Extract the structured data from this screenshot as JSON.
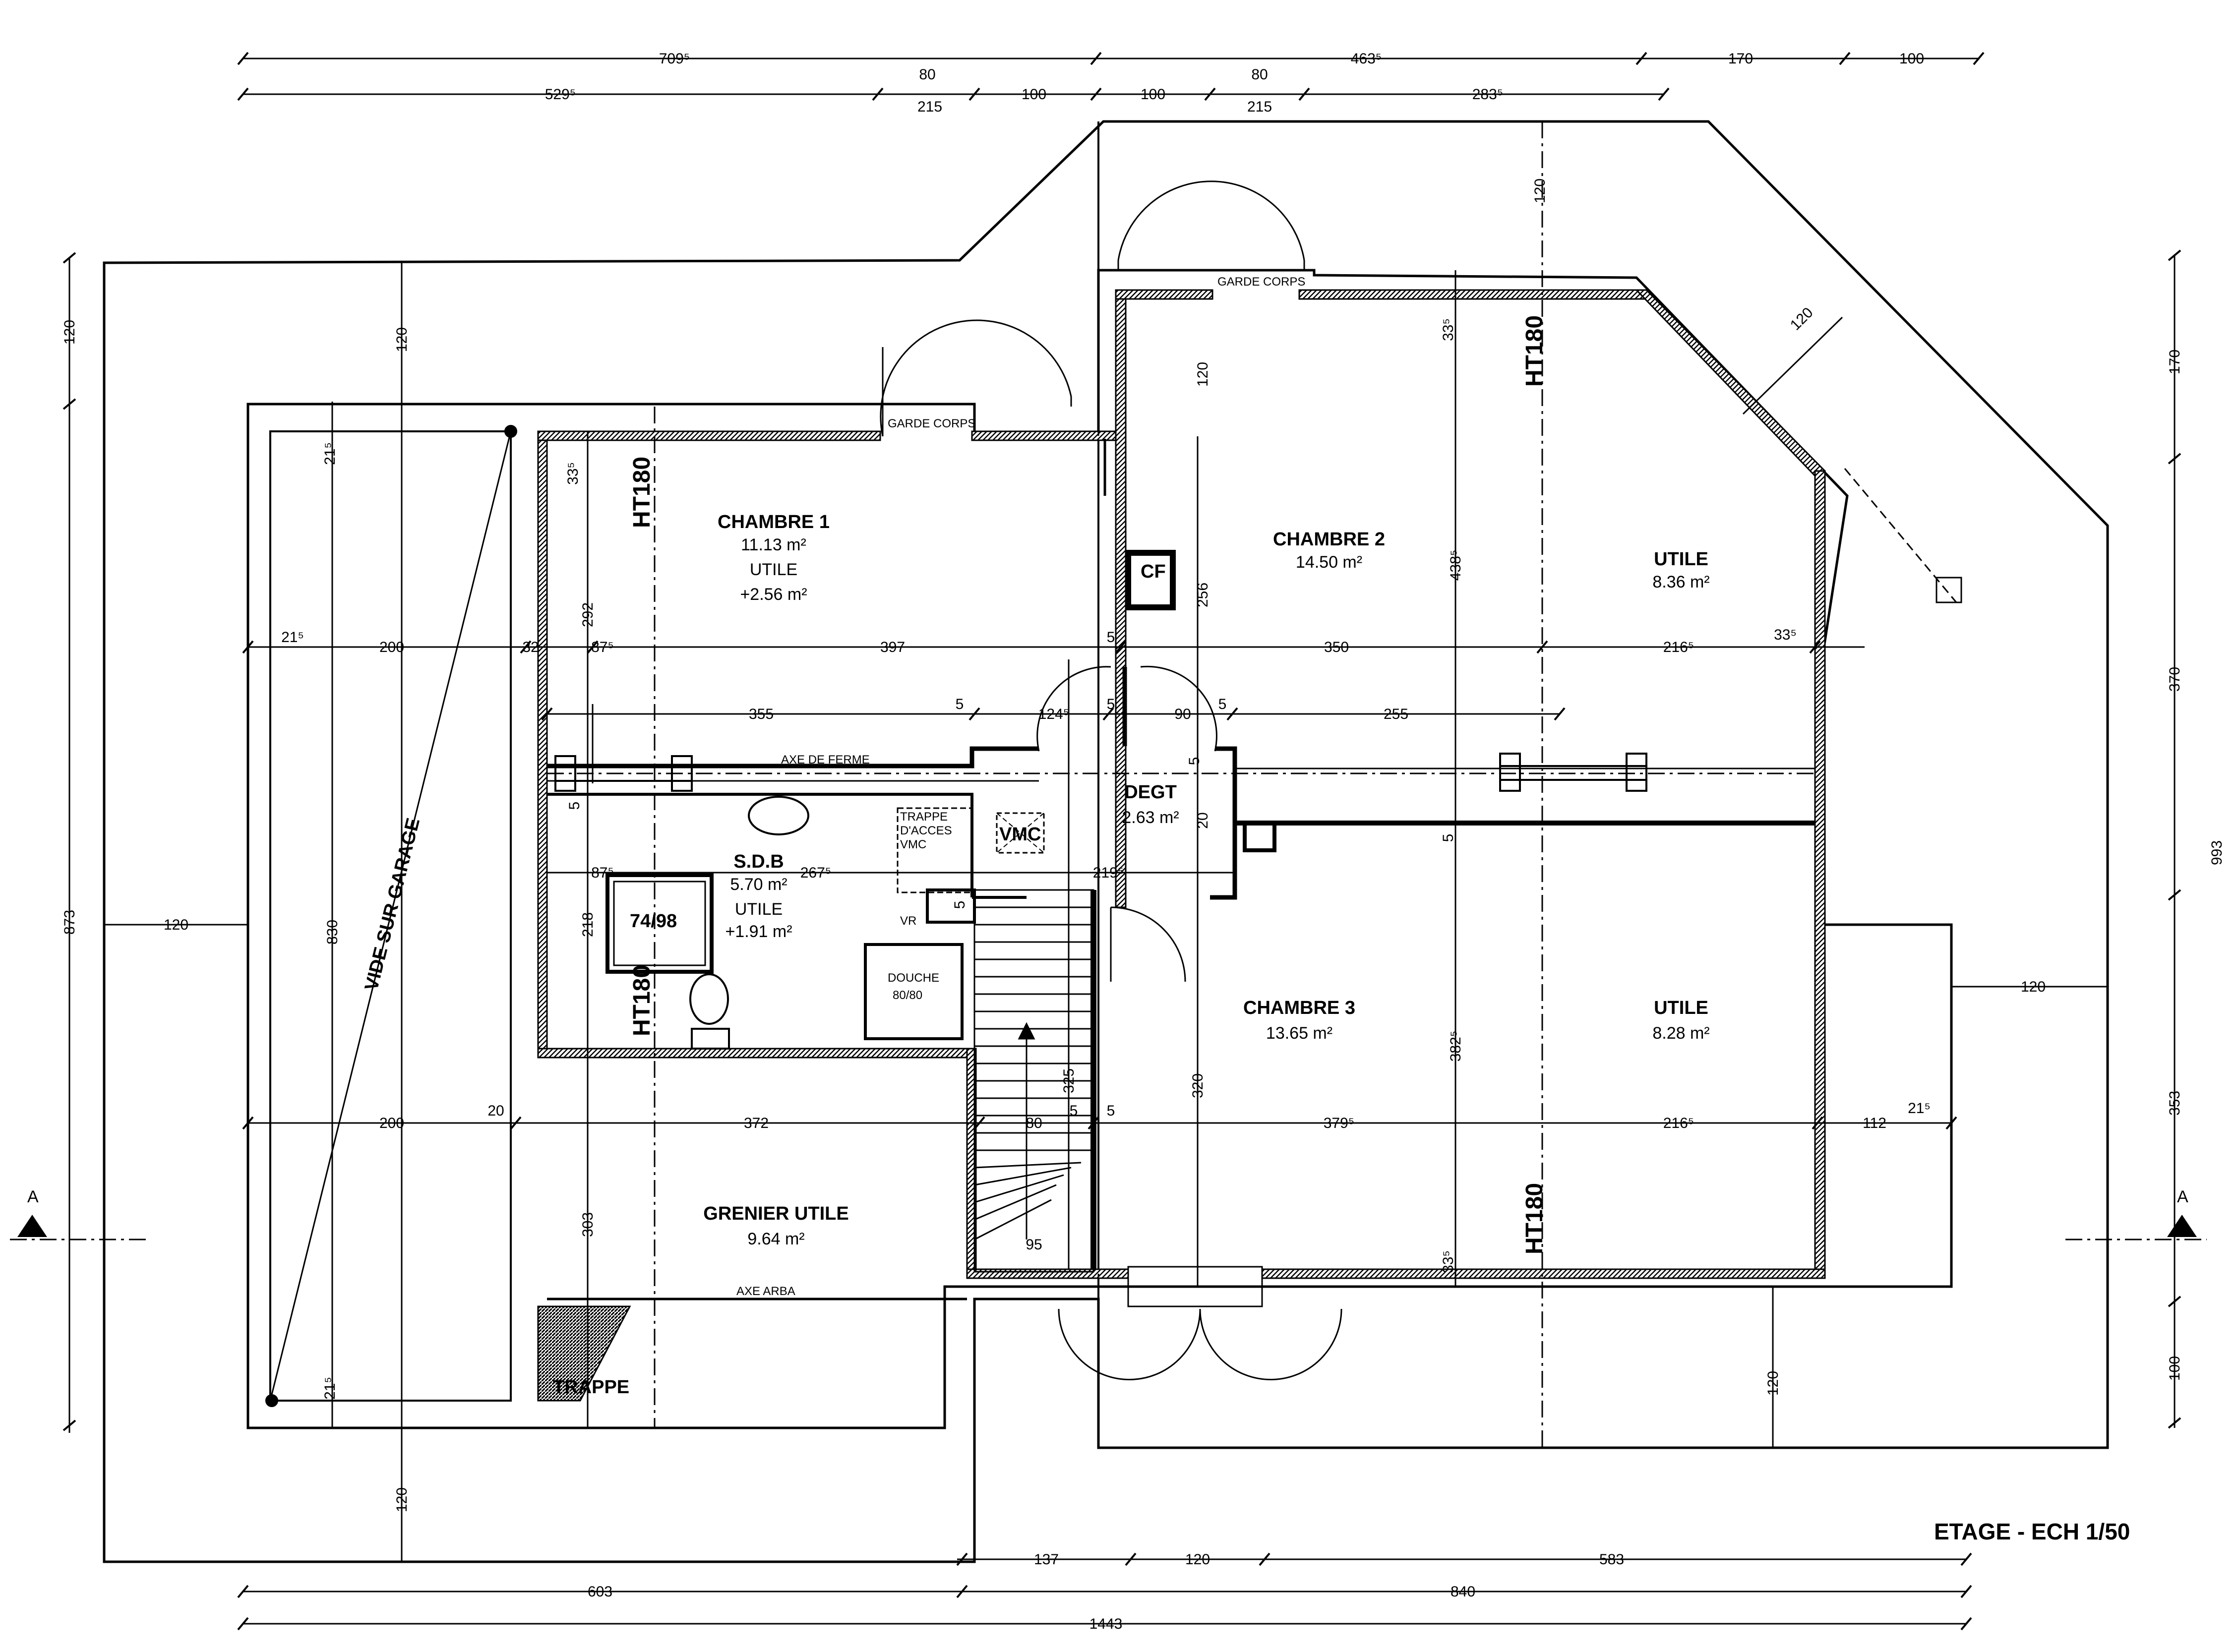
{
  "plan_title": "ETAGE - ECH 1/50",
  "rooms": {
    "chambre1": {
      "name": "CHAMBRE 1",
      "area": "11.13 m²",
      "extra_label": "UTILE",
      "extra_area": "+2.56 m²"
    },
    "chambre2": {
      "name": "CHAMBRE 2",
      "area": "14.50 m²"
    },
    "utile_upper": {
      "name": "UTILE",
      "area": "8.36 m²"
    },
    "degt": {
      "name": "DEGT",
      "area": "2.63 m²"
    },
    "sdb": {
      "name": "S.D.B",
      "area": "5.70 m²",
      "extra_label": "UTILE",
      "extra_area": "+1.91 m²"
    },
    "chambre3": {
      "name": "CHAMBRE 3",
      "area": "13.65 m²"
    },
    "utile_lower": {
      "name": "UTILE",
      "area": "8.28 m²"
    },
    "grenier": {
      "name": "GRENIER UTILE",
      "area": "9.64 m²"
    }
  },
  "labels": {
    "garde_corps_left": "GARDE CORPS",
    "garde_corps_right": "GARDE CORPS",
    "vide_sur_garage": "VIDE SUR GARAGE",
    "axe_de_ferme": "AXE DE FERME",
    "axe_arba": "AXE ARBA",
    "trappe": "TRAPPE",
    "trappe_acces_1": "TRAPPE",
    "trappe_acces_2": "D'ACCES",
    "trappe_acces_3": "VMC",
    "vmc": "VMC",
    "cf": "CF",
    "vr": "VR",
    "bath": "74/98",
    "douche_1": "DOUCHE",
    "douche_2": "80/80",
    "ht180_ch1": "HT180",
    "ht180_ch2": "HT180",
    "ht180_sdb": "HT180",
    "ht180_ch3": "HT180",
    "section_a_left": "A",
    "section_a_right": "A"
  },
  "dimensions": {
    "top1": [
      "709⁵",
      "463⁵",
      "170",
      "100"
    ],
    "top2": [
      "529⁵",
      "80",
      "100",
      "100",
      "80",
      "283⁵"
    ],
    "top3": [
      "215",
      "215"
    ],
    "bottom1": [
      "137",
      "120",
      "583"
    ],
    "bottom2": [
      "603",
      "840"
    ],
    "bottom3": [
      "1443"
    ],
    "left": [
      "120",
      "873"
    ],
    "right": [
      "170",
      "370",
      "353",
      "100",
      "993"
    ],
    "row_upper": [
      "21⁵",
      "200",
      "32",
      "87⁵",
      "397",
      "5",
      "350",
      "216⁵",
      "33⁵"
    ],
    "row_mid": [
      "355",
      "5",
      "124⁵",
      "5",
      "90",
      "5",
      "255"
    ],
    "row_sdb": [
      "87⁵",
      "267⁵",
      "219⁵"
    ],
    "row_lower": [
      "200",
      "20",
      "372",
      "80",
      "5",
      "5",
      "379⁵",
      "216⁵",
      "112",
      "21⁵"
    ],
    "vertical": [
      "120",
      "120",
      "21⁵",
      "830",
      "21⁵",
      "33⁵",
      "292",
      "218",
      "303",
      "120",
      "256",
      "5",
      "5",
      "20",
      "5",
      "325",
      "95",
      "320",
      "5",
      "438⁵",
      "382⁵",
      "33⁵",
      "33⁵",
      "120",
      "120",
      "120",
      "120",
      "120"
    ]
  }
}
